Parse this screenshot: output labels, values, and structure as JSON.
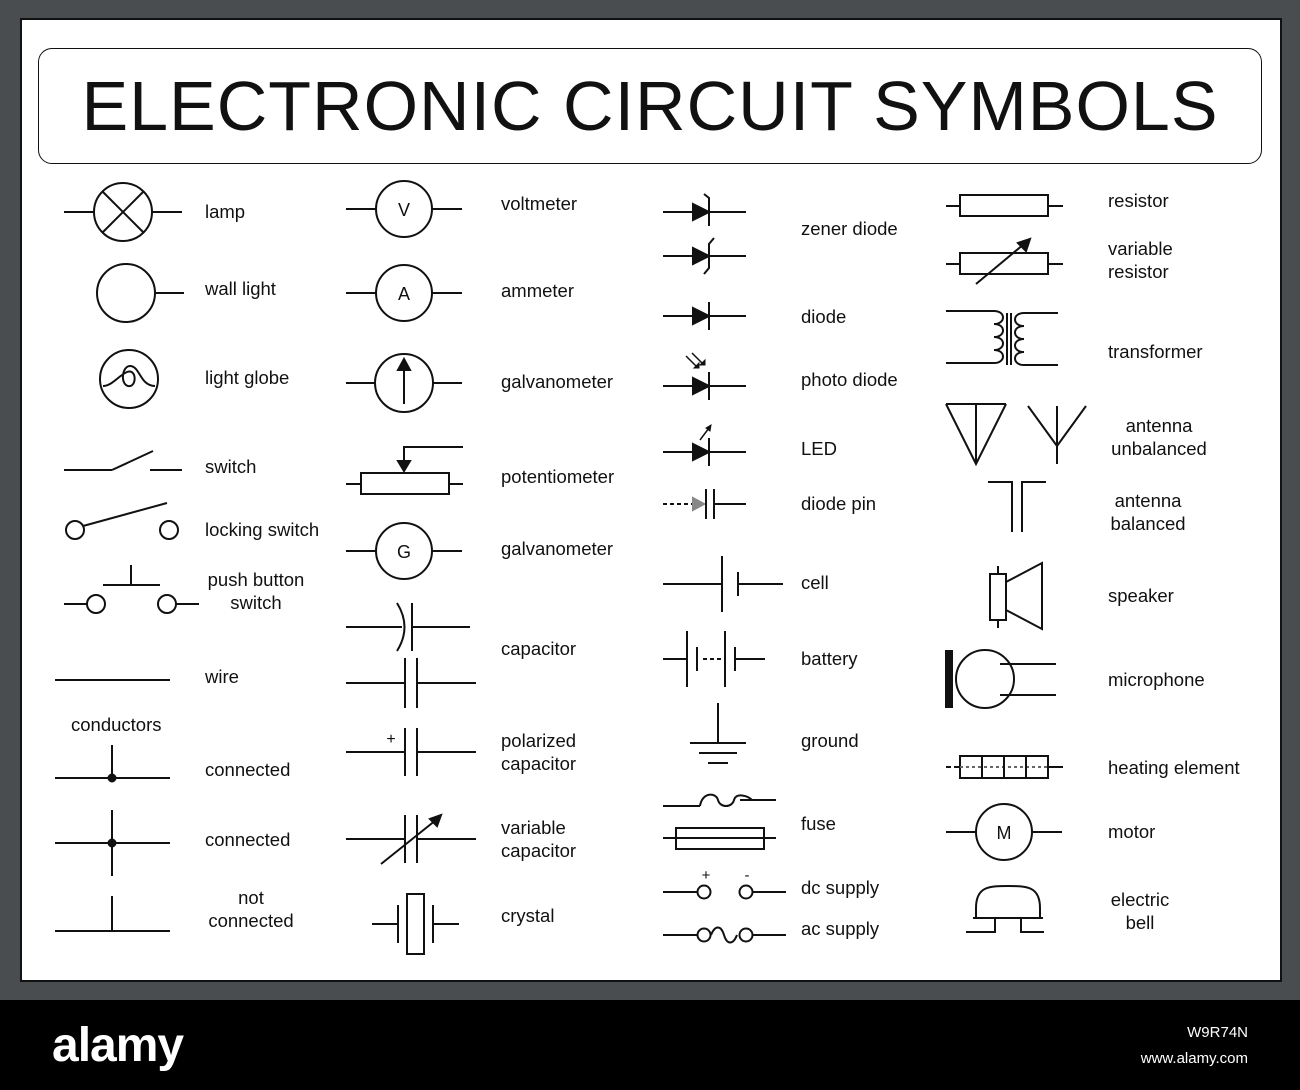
{
  "title": "ELECTRONIC CIRCUIT SYMBOLS",
  "labels": {
    "lamp": "lamp",
    "wall_light": "wall light",
    "light_globe": "light globe",
    "switch": "switch",
    "locking_switch": "locking switch",
    "push_button_1": "push button",
    "push_button_2": "switch",
    "wire": "wire",
    "conductors": "conductors",
    "connected_1": "connected",
    "connected_2": "connected",
    "not_connected_1": "not",
    "not_connected_2": "connected",
    "voltmeter": "voltmeter",
    "ammeter": "ammeter",
    "galvanometer_1": "galvanometer",
    "potentiometer": "potentiometer",
    "galvanometer_2": "galvanometer",
    "capacitor": "capacitor",
    "polarized_1": "polarized",
    "polarized_2": "capacitor",
    "variable_cap_1": "variable",
    "variable_cap_2": "capacitor",
    "crystal": "crystal",
    "zener_diode": "zener diode",
    "diode": "diode",
    "photo_diode": "photo diode",
    "led": "LED",
    "diode_pin": "diode pin",
    "cell": "cell",
    "battery": "battery",
    "ground": "ground",
    "fuse": "fuse",
    "dc_supply": "dc supply",
    "ac_supply": "ac supply",
    "resistor": "resistor",
    "variable_res_1": "variable",
    "variable_res_2": "resistor",
    "transformer": "transformer",
    "antenna_unb_1": "antenna",
    "antenna_unb_2": "unbalanced",
    "antenna_bal_1": "antenna",
    "antenna_bal_2": "balanced",
    "speaker": "speaker",
    "microphone": "microphone",
    "heating_element": "heating element",
    "motor": "motor",
    "electric_bell_1": "electric",
    "electric_bell_2": "bell"
  },
  "glyphs": {
    "voltmeter": "V",
    "ammeter": "A",
    "galvanometer": "G",
    "motor": "M",
    "plus": "+",
    "minus": "-"
  },
  "stock": {
    "logo": "alamy",
    "image_id": "W9R74N",
    "url": "www.alamy.com"
  }
}
